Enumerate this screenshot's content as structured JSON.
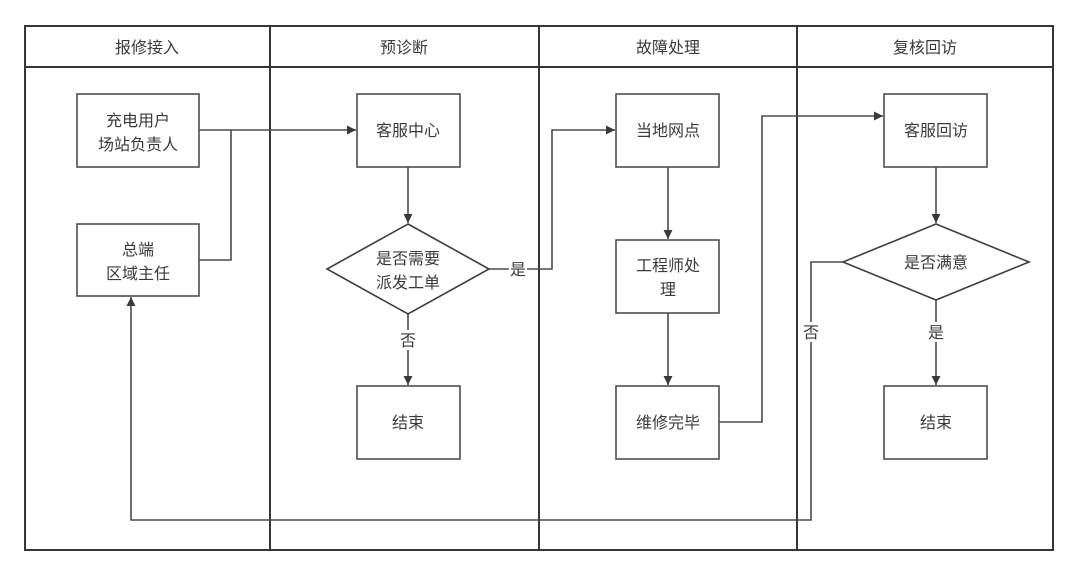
{
  "diagram": {
    "type": "swimlane-flowchart",
    "lanes": [
      {
        "id": "lane1",
        "title": "报修接入"
      },
      {
        "id": "lane2",
        "title": "预诊断"
      },
      {
        "id": "lane3",
        "title": "故障处理"
      },
      {
        "id": "lane4",
        "title": "复核回访"
      }
    ],
    "nodes": [
      {
        "id": "n_user",
        "lane": "lane1",
        "shape": "rect",
        "lines": [
          "充电用户",
          "场站负责人"
        ]
      },
      {
        "id": "n_hq",
        "lane": "lane1",
        "shape": "rect",
        "lines": [
          "总端",
          "区域主任"
        ]
      },
      {
        "id": "n_cs",
        "lane": "lane2",
        "shape": "rect",
        "lines": [
          "客服中心"
        ]
      },
      {
        "id": "n_dispatch",
        "lane": "lane2",
        "shape": "diamond",
        "lines": [
          "是否需要",
          "派发工单"
        ]
      },
      {
        "id": "n_end1",
        "lane": "lane2",
        "shape": "rect",
        "lines": [
          "结束"
        ]
      },
      {
        "id": "n_local",
        "lane": "lane3",
        "shape": "rect",
        "lines": [
          "当地网点"
        ]
      },
      {
        "id": "n_engineer",
        "lane": "lane3",
        "shape": "rect",
        "lines": [
          "工程师处",
          "理"
        ]
      },
      {
        "id": "n_done",
        "lane": "lane3",
        "shape": "rect",
        "lines": [
          "维修完毕"
        ]
      },
      {
        "id": "n_revisit",
        "lane": "lane4",
        "shape": "rect",
        "lines": [
          "客服回访"
        ]
      },
      {
        "id": "n_satisfied",
        "lane": "lane4",
        "shape": "diamond",
        "lines": [
          "是否满意"
        ]
      },
      {
        "id": "n_end2",
        "lane": "lane4",
        "shape": "rect",
        "lines": [
          "结束"
        ]
      }
    ],
    "edges": [
      {
        "id": "e1",
        "from": "n_user",
        "to": "n_cs",
        "label": ""
      },
      {
        "id": "e2",
        "from": "n_hq",
        "to": "n_cs",
        "label": ""
      },
      {
        "id": "e3",
        "from": "n_cs",
        "to": "n_dispatch",
        "label": ""
      },
      {
        "id": "e4",
        "from": "n_dispatch",
        "to": "n_local",
        "label": "是"
      },
      {
        "id": "e5",
        "from": "n_dispatch",
        "to": "n_end1",
        "label": "否"
      },
      {
        "id": "e6",
        "from": "n_local",
        "to": "n_engineer",
        "label": ""
      },
      {
        "id": "e7",
        "from": "n_engineer",
        "to": "n_done",
        "label": ""
      },
      {
        "id": "e8",
        "from": "n_done",
        "to": "n_revisit",
        "label": ""
      },
      {
        "id": "e9",
        "from": "n_revisit",
        "to": "n_satisfied",
        "label": ""
      },
      {
        "id": "e10",
        "from": "n_satisfied",
        "to": "n_end2",
        "label": "是"
      },
      {
        "id": "e11",
        "from": "n_satisfied",
        "to": "n_hq",
        "label": "否"
      }
    ]
  },
  "colors": {
    "frame": "#31363c",
    "node_border": "#4a4f55",
    "edge": "#4a4a4a",
    "text": "#3a3a3a",
    "background": "#ffffff"
  }
}
